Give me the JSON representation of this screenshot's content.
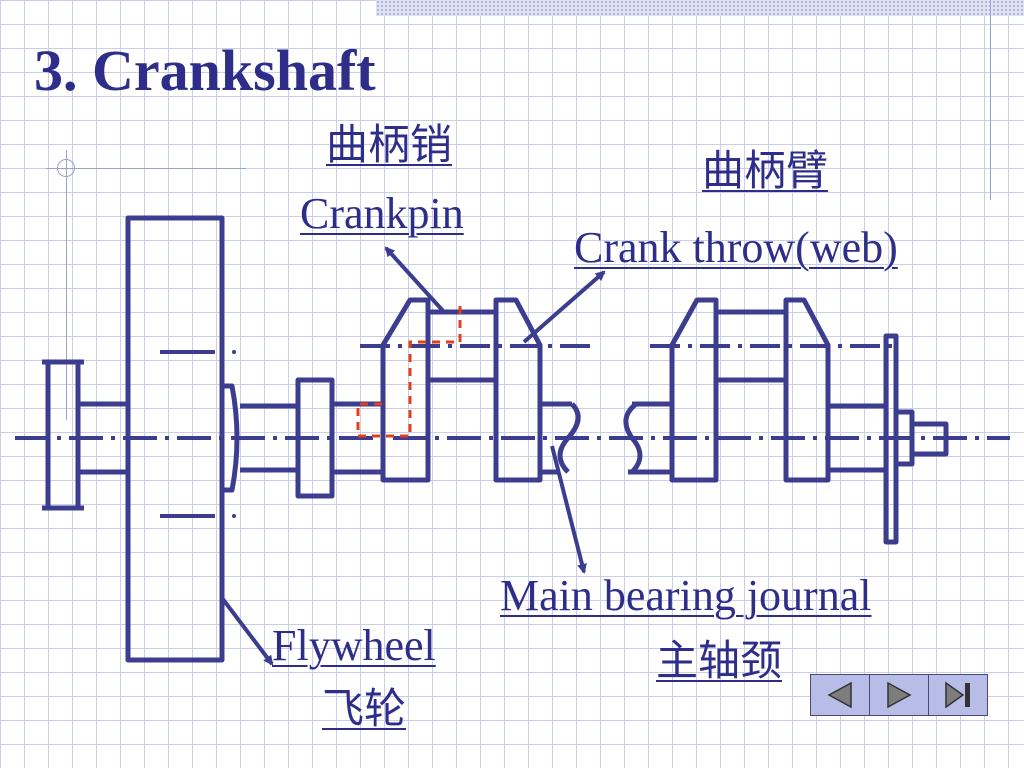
{
  "title": "3. Crankshaft",
  "labels": {
    "crankpin_cn": "曲柄销",
    "crankpin_en": "Crankpin",
    "crank_throw_cn": "曲柄臂",
    "crank_throw_en": "Crank throw(web)",
    "main_journal_en": "Main bearing journal",
    "main_journal_cn": "主轴颈",
    "flywheel_en": "Flywheel",
    "flywheel_cn": "飞轮"
  },
  "colors": {
    "drawing": "#3d3d8f",
    "text": "#2e2e8a",
    "highlight": "#e0401c"
  },
  "nav": [
    "nav-prev-icon",
    "nav-next-icon",
    "nav-end-icon"
  ]
}
